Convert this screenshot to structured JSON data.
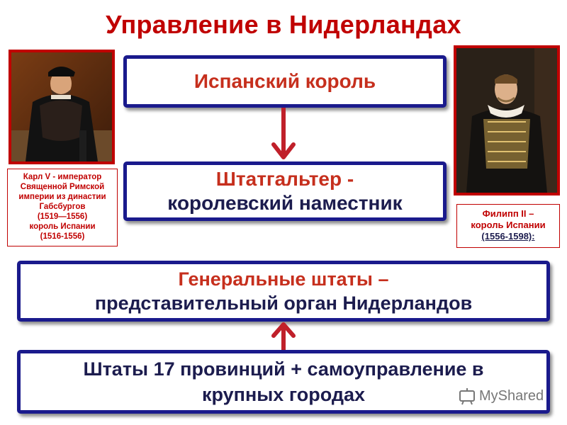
{
  "title": "Управление в Нидерландах",
  "boxes": {
    "king": "Испанский король",
    "stadholder_line1": "Штатгальтер -",
    "stadholder_line2": "королевский наместник",
    "states_general_line1": "Генеральные штаты –",
    "states_general_line2": "представительный орган Нидерландов",
    "provinces_line1": "Штаты 17 провинций + самоуправление в",
    "provinces_line2": "крупных городах"
  },
  "captions": {
    "charles": [
      "Карл V - император",
      "Священной Римской",
      "империи из династии",
      "Габсбургов",
      "(1519—1556)",
      "король Испании",
      "(1516-1556)"
    ],
    "philip_line1": "Филипп II –",
    "philip_line2": "король Испании",
    "philip_line3": "(1556-1598):"
  },
  "watermark": "MyShared",
  "colors": {
    "title_red": "#c00000",
    "box_border": "#1a1a8c",
    "text_red": "#c62f1d",
    "text_dark": "#1c1c4e",
    "arrow": "#c0202a"
  }
}
